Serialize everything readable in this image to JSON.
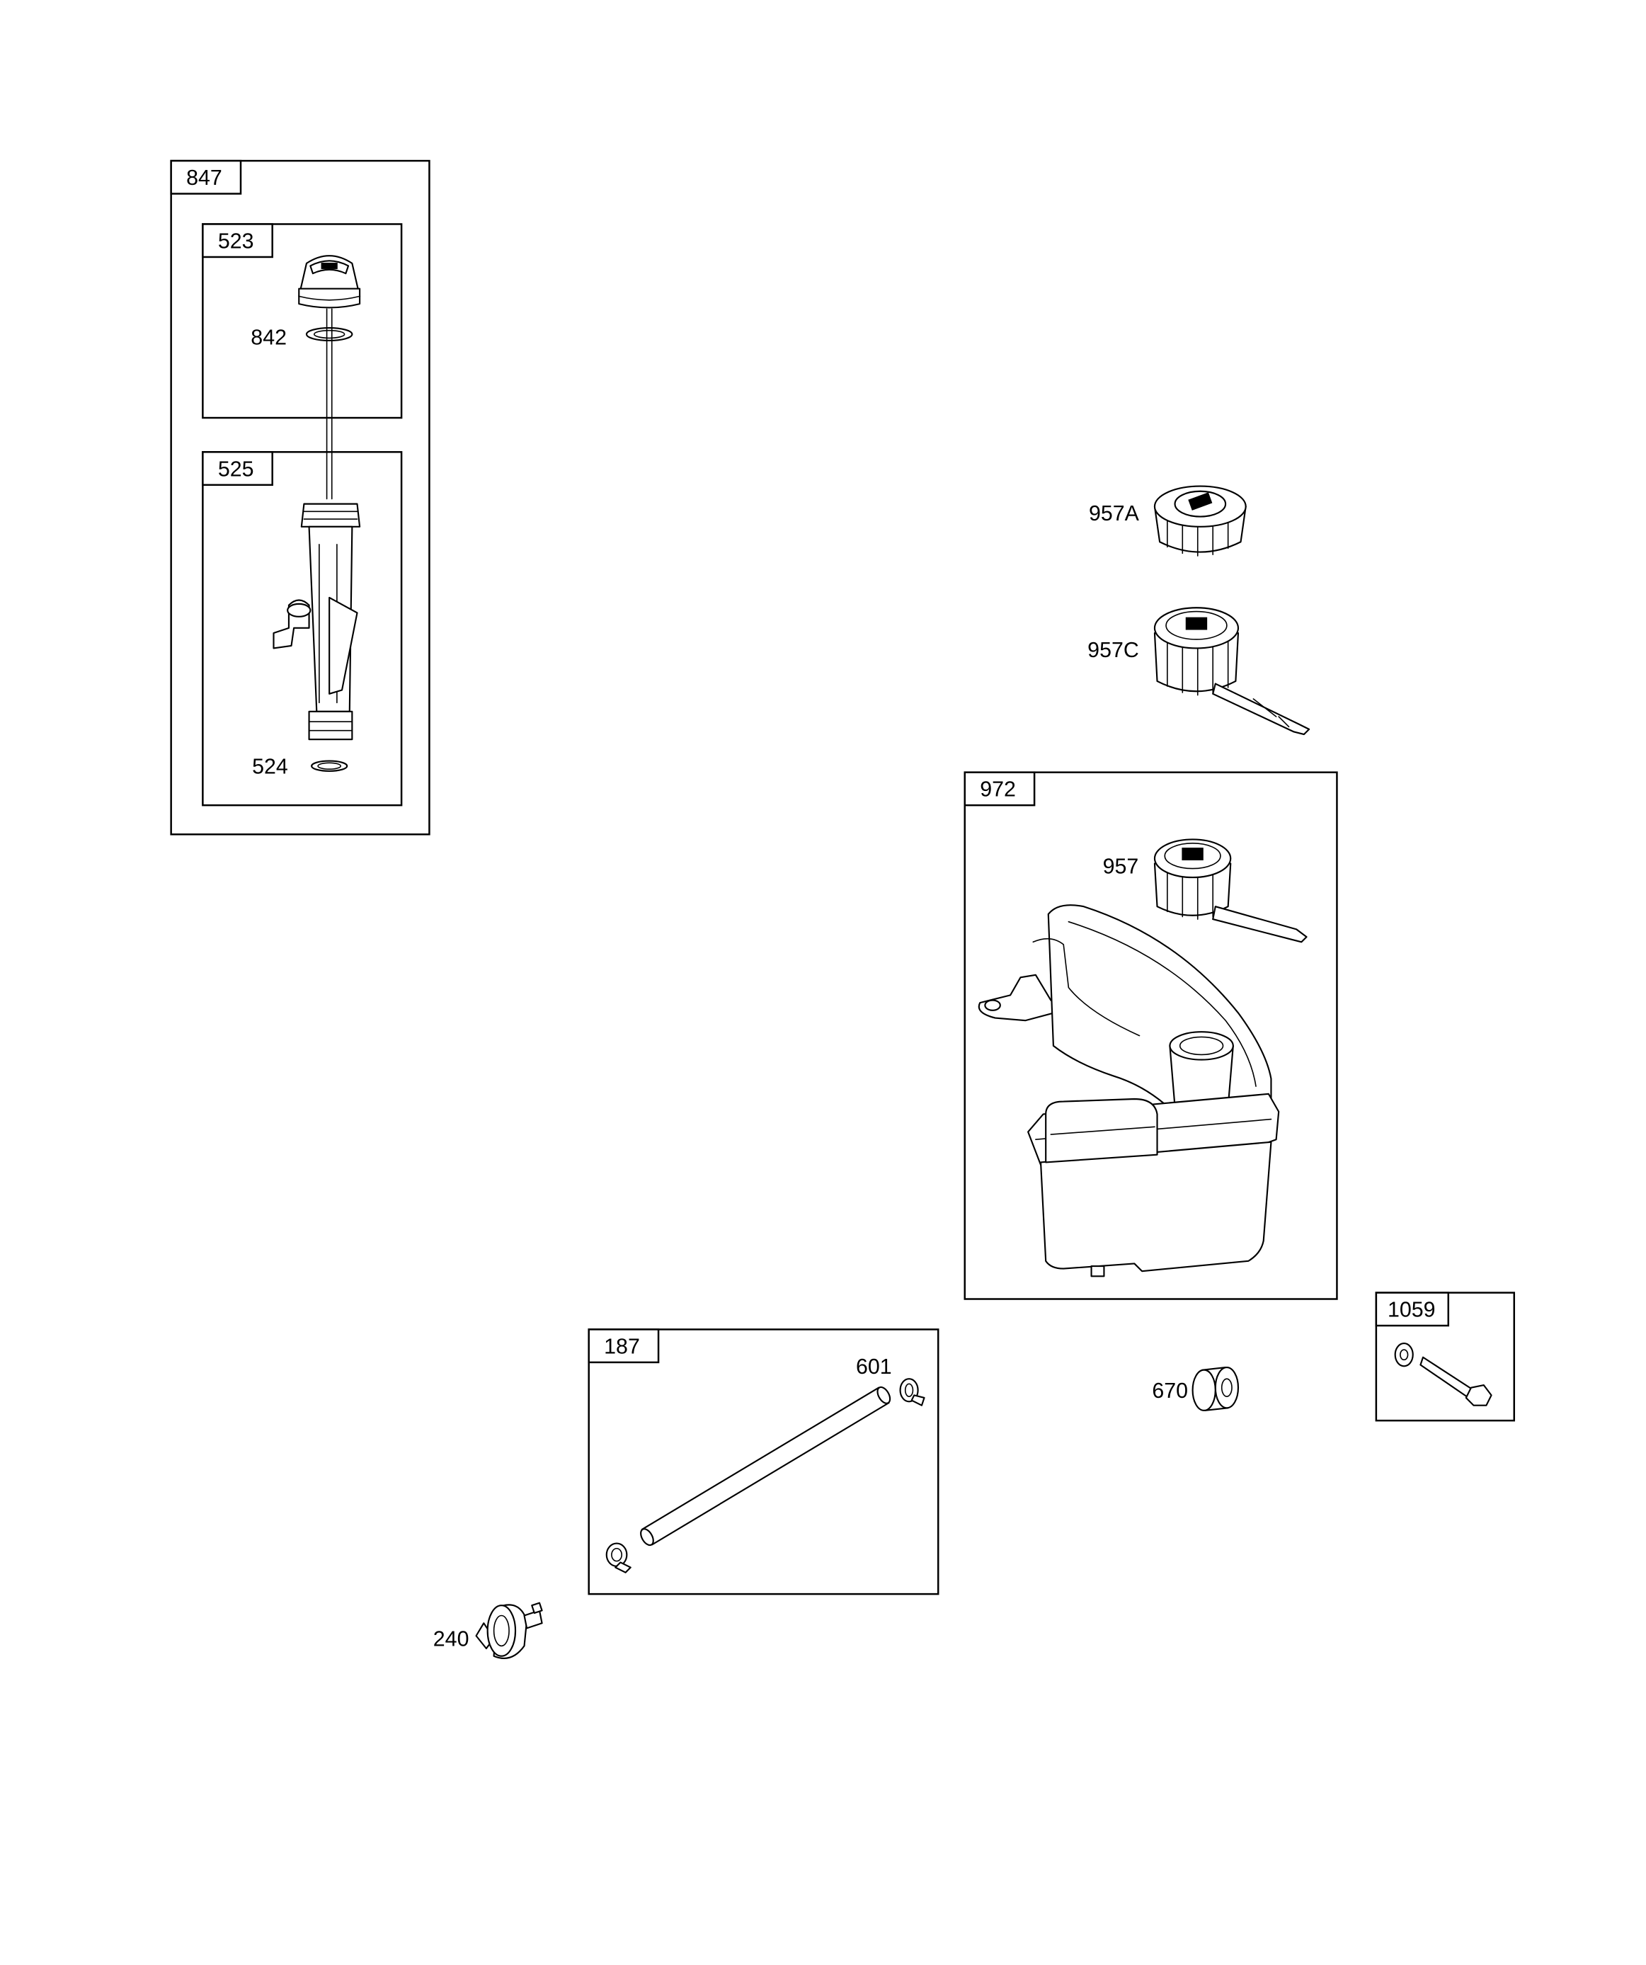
{
  "groups": {
    "g847": "847",
    "g523": "523",
    "g525": "525",
    "g972": "972",
    "g187": "187",
    "g1059": "1059"
  },
  "callouts": {
    "c842": "842",
    "c524": "524",
    "c957A": "957A",
    "c957C": "957C",
    "c957": "957",
    "c601": "601",
    "c670": "670",
    "c240": "240"
  }
}
